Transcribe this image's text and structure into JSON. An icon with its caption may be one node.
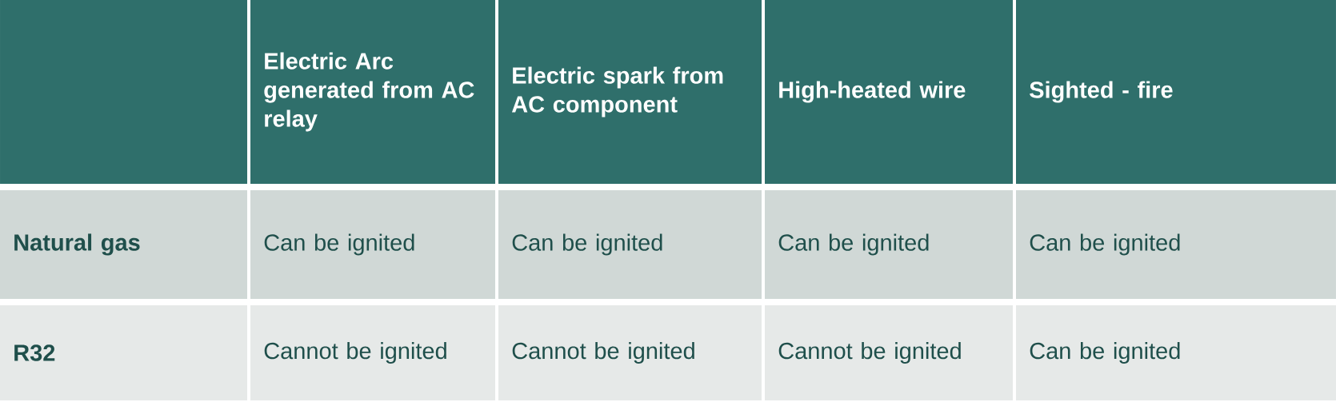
{
  "diagram": {
    "labels": [
      "Electric Arc generated from AC relay",
      "Electric spark from AC component",
      "High-heated wire",
      "Sighted - fire",
      "Natural gas",
      "Can be ignited",
      "Can be ignited",
      "Can be ignited",
      "Can be ignited",
      "R32",
      "Cannot be ignited",
      "Cannot be ignited",
      "Cannot be ignited",
      "Can be ignited"
    ]
  }
}
